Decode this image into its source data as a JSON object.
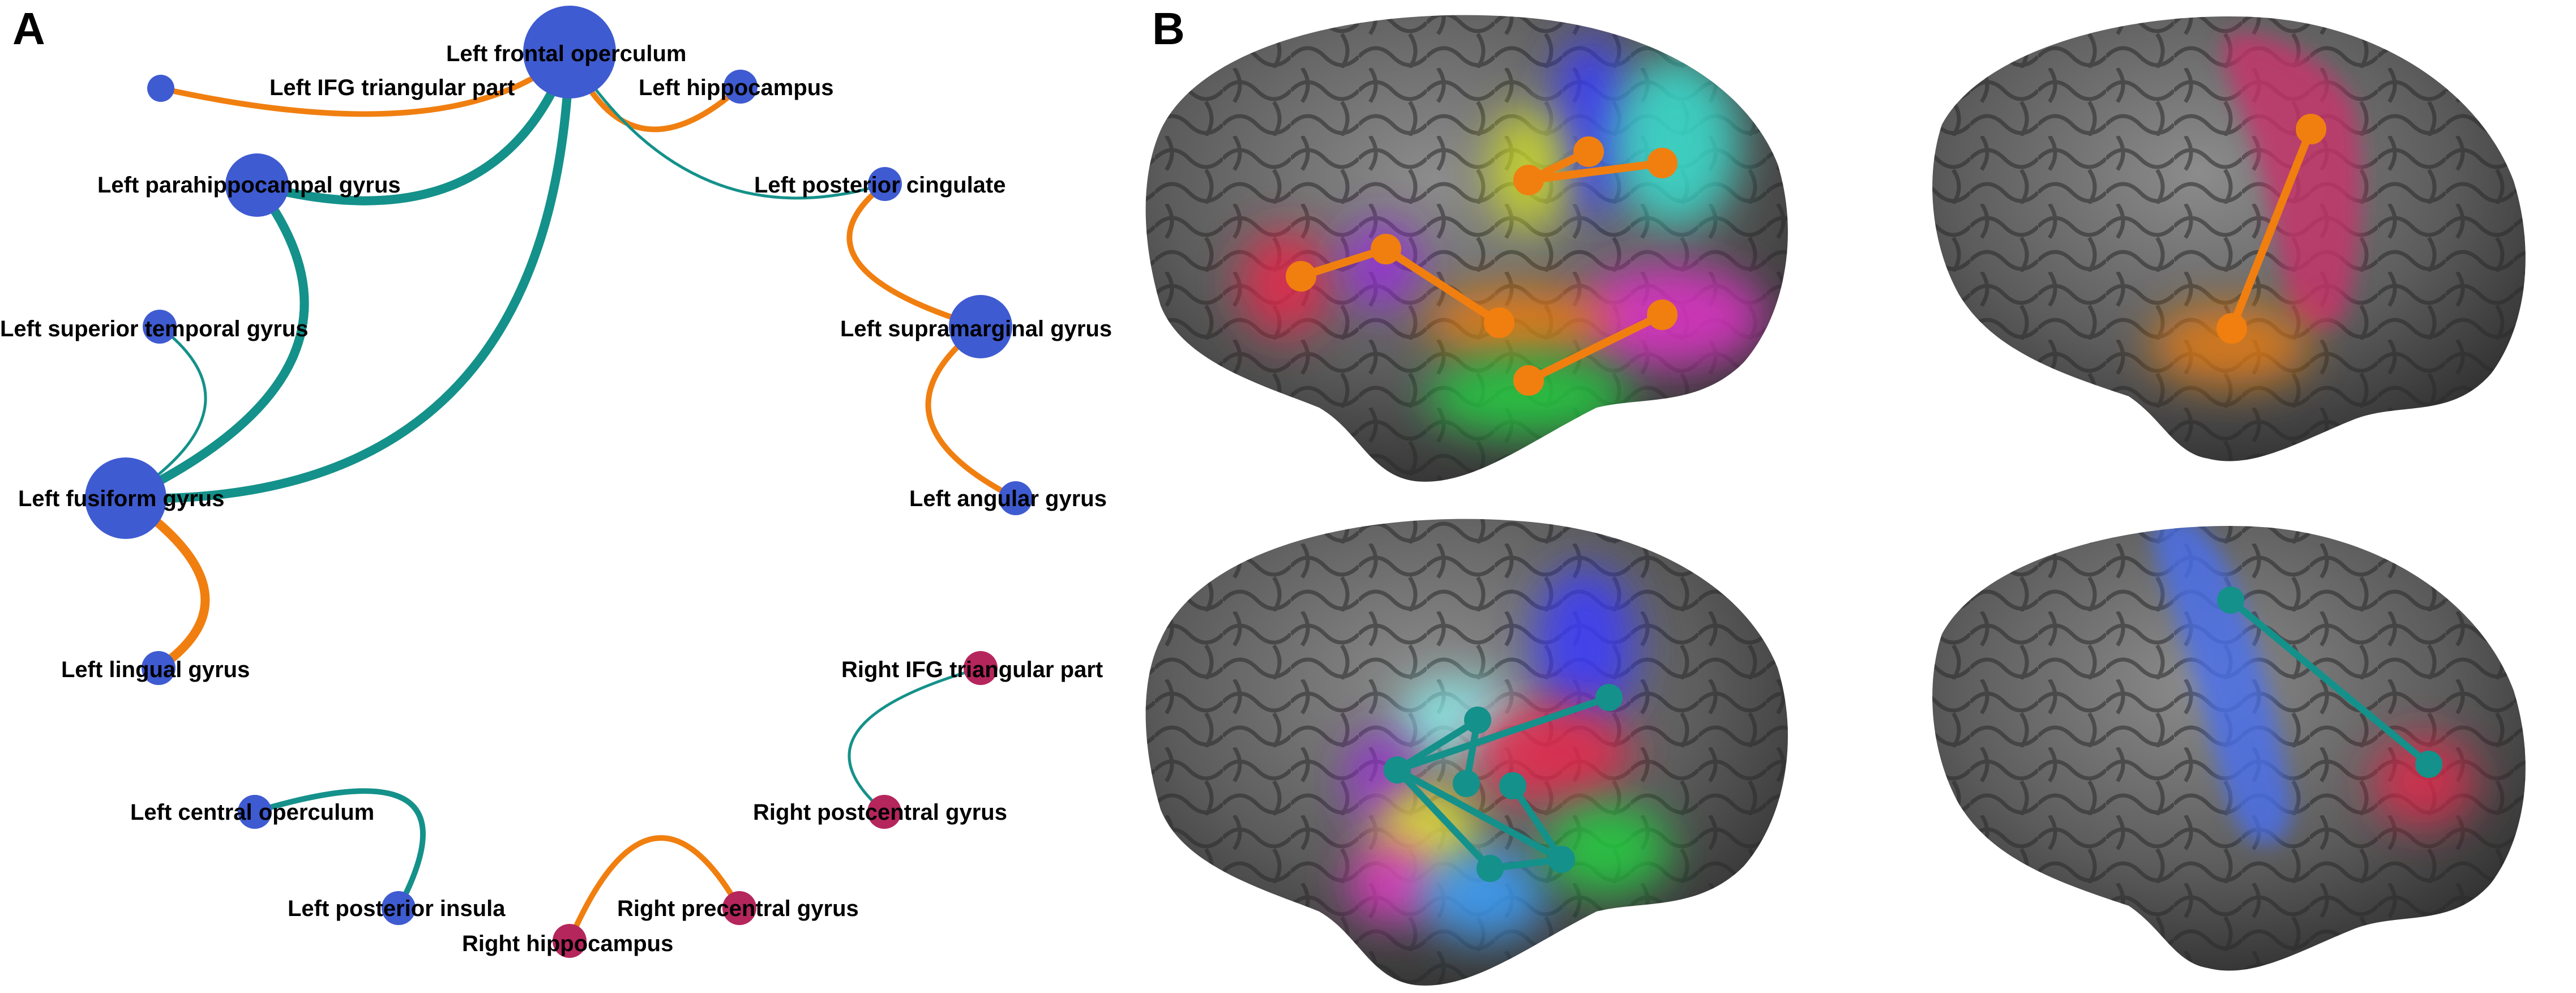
{
  "panels": {
    "a": "A",
    "b": "B"
  },
  "colors": {
    "left_node": "#3f5bd1",
    "right_node": "#b5265c",
    "edge_orange": "#f07f10",
    "edge_teal": "#14918a",
    "brain_base": "#5a5a5a",
    "brain_light": "#8a8a8a",
    "brain_dark": "#2e2e2e"
  },
  "nodes": [
    {
      "id": "lfo",
      "label": "Left frontal operculum",
      "hemi": "left",
      "size": 5
    },
    {
      "id": "lifg",
      "label": "Left IFG triangular part",
      "hemi": "left",
      "size": 1
    },
    {
      "id": "lhip",
      "label": "Left hippocampus",
      "hemi": "left",
      "size": 2
    },
    {
      "id": "lphg",
      "label": "Left parahippocampal gyrus",
      "hemi": "left",
      "size": 3
    },
    {
      "id": "lpc",
      "label": "Left posterior cingulate",
      "hemi": "left",
      "size": 2
    },
    {
      "id": "lstg",
      "label": "Left superior temporal gyrus",
      "hemi": "left",
      "size": 2
    },
    {
      "id": "lsmg",
      "label": "Left supramarginal gyrus",
      "hemi": "left",
      "size": 3
    },
    {
      "id": "lff",
      "label": "Left fusiform gyrus",
      "hemi": "left",
      "size": 4
    },
    {
      "id": "lang",
      "label": "Left  angular gyrus",
      "hemi": "left",
      "size": 2
    },
    {
      "id": "lli",
      "label": "Left lingual gyrus",
      "hemi": "left",
      "size": 2
    },
    {
      "id": "rifg",
      "label": "Right IFG triangular part",
      "hemi": "right",
      "size": 2
    },
    {
      "id": "lco",
      "label": "Left central operculum",
      "hemi": "left",
      "size": 2
    },
    {
      "id": "rpost",
      "label": "Right postcentral gyrus",
      "hemi": "right",
      "size": 2
    },
    {
      "id": "lpi",
      "label": "Left posterior insula",
      "hemi": "left",
      "size": 2
    },
    {
      "id": "rpre",
      "label": "Right precentral gyrus",
      "hemi": "right",
      "size": 2
    },
    {
      "id": "rhip",
      "label": "Right hippocampus",
      "hemi": "right",
      "size": 2
    }
  ],
  "edges": [
    {
      "from": "lfo",
      "to": "lifg",
      "type": "orange",
      "weight": 2
    },
    {
      "from": "lfo",
      "to": "lhip",
      "type": "orange",
      "weight": 2
    },
    {
      "from": "lfo",
      "to": "lpc",
      "type": "teal",
      "weight": 1
    },
    {
      "from": "lfo",
      "to": "lphg",
      "type": "teal",
      "weight": 3
    },
    {
      "from": "lfo",
      "to": "lff",
      "type": "teal",
      "weight": 3
    },
    {
      "from": "lphg",
      "to": "lff",
      "type": "teal",
      "weight": 3
    },
    {
      "from": "lstg",
      "to": "lff",
      "type": "teal",
      "weight": 1
    },
    {
      "from": "lff",
      "to": "lli",
      "type": "orange",
      "weight": 3
    },
    {
      "from": "lpc",
      "to": "lsmg",
      "type": "orange",
      "weight": 2
    },
    {
      "from": "lsmg",
      "to": "lang",
      "type": "orange",
      "weight": 2
    },
    {
      "from": "rifg",
      "to": "rpost",
      "type": "teal",
      "weight": 1
    },
    {
      "from": "lco",
      "to": "lpi",
      "type": "teal",
      "weight": 2
    },
    {
      "from": "rhip",
      "to": "rpre",
      "type": "orange",
      "weight": 2
    }
  ]
}
